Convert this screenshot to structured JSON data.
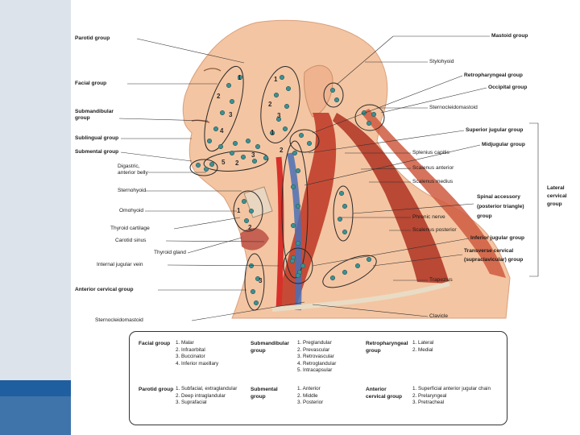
{
  "labels_left": {
    "parotid": "Parotid group",
    "facial": "Facial group",
    "submandibular": "Submandibular",
    "submandibular_2": "group",
    "sublingual": "Sublingual group",
    "submental": "Submental group",
    "digastric": "Digastric,",
    "digastric_2": "anterior belly",
    "sternohyoid": "Sternohyoid",
    "omohyoid": "Omohyoid",
    "thyroid_cartilage": "Thyroid cartilage",
    "carotid_sinus": "Carotid sinus",
    "thyroid_gland": "Thyroid gland",
    "internal_jugular": "Internal jugular vein",
    "anterior_cervical": "Anterior cervical group",
    "sternocleidomastoid_bottom": "Sternocleidomastoid"
  },
  "labels_right": {
    "mastoid": "Mastoid group",
    "stylohyoid": "Stylohyoid",
    "retropharyngeal": "Retropharyngeal group",
    "occipital": "Occipital group",
    "sternocleidomastoid": "Sternocleidomastoid",
    "superior_jugular": "Superior jugular group",
    "midjugular": "Midjugular group",
    "splenius": "Splenius capitis",
    "scalenus_anterior": "Scalenus anterior",
    "scalenus_medius": "Scalenus medius",
    "spinal_accessory": "Spinal accessory",
    "spinal_accessory_2": "(posterior triangle)",
    "spinal_accessory_3": "group",
    "phrenic": "Phrenic nerve",
    "scalenus_posterior": "Scalenus posterior",
    "inferior_jugular": "Inferior jugular group",
    "transverse_cervical": "Transverse cervical",
    "transverse_cervical_2": "(supraclavicular) group",
    "trapezius": "Trapezius",
    "clavicle": "Clavicle",
    "lateral_cervical": "Lateral",
    "lateral_cervical_2": "cervical",
    "lateral_cervical_3": "group"
  },
  "node_numbers": {
    "parotid": [
      "1",
      "2",
      "3"
    ],
    "facial": [
      "1",
      "2",
      "3",
      "4"
    ],
    "submandibular": [
      "1",
      "2",
      "3"
    ],
    "submental": [
      "5",
      "2"
    ],
    "anterior_cervical": [
      "1",
      "2",
      "3"
    ]
  },
  "legend": {
    "facial": {
      "head": "Facial group",
      "items": [
        "1. Malar",
        "2. Infraorbital",
        "3. Buccinator",
        "4. Inferior maxillary"
      ]
    },
    "submandibular": {
      "head": "Submandibular",
      "head_2": "group",
      "items": [
        "1. Preglandular",
        "2. Prevascular",
        "3. Retrovascular",
        "4. Retroglandular",
        "5. Intracapsular"
      ]
    },
    "retropharyngeal": {
      "head": "Retropharyngeal",
      "head_2": "group",
      "items": [
        "1. Lateral",
        "2. Medial"
      ]
    },
    "parotid": {
      "head": "Parotid group",
      "items": [
        "1. Subfacial, extraglandular",
        "2. Deep intraglandular",
        "3. Suprafacial"
      ]
    },
    "submental": {
      "head": "Submental",
      "head_2": "group",
      "items": [
        "1. Anterior",
        "2. Middle",
        "3. Posterior"
      ]
    },
    "anterior": {
      "head": "Anterior",
      "head_2": "cervical group",
      "items": [
        "1. Superficial anterior jugular chain",
        "2. Prelaryngeal",
        "3. Pretracheal"
      ]
    }
  },
  "colors": {
    "node": "#3f8f8f",
    "group_outline": "#2a2a2a",
    "muscle": "#c1402d",
    "skin": "#f4c5a2",
    "sidebar_band": "#1f5fa0"
  }
}
